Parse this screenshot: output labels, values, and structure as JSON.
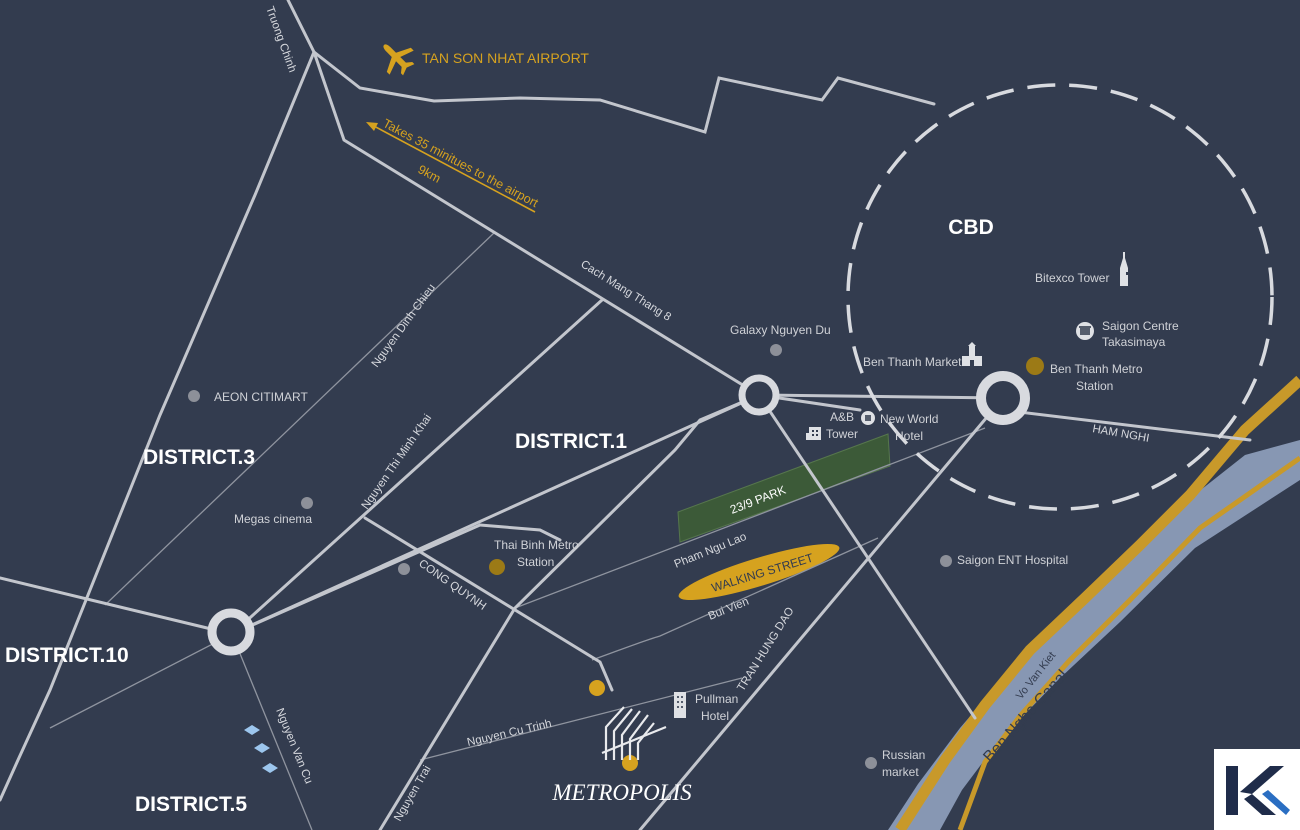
{
  "airport": {
    "label": "TAN SON NHAT AIRPORT",
    "icon": "airplane-icon"
  },
  "airport_route": {
    "duration": "Takes 35 minitues to the airport",
    "distance": "9km"
  },
  "zone": {
    "label": "CBD"
  },
  "districts": [
    "DISTRICT.3",
    "DISTRICT.1",
    "DISTRICT.10",
    "DISTRICT.5"
  ],
  "roads": {
    "truong_chinh": "Truong Chinh",
    "cach_mang_thang_8": "Cach Mang Thang 8",
    "nguyen_dinh_chieu": "Nguyen Dinh Chieu",
    "nguyen_thi_minh_khai": "Nguyen Thi Minh Khai",
    "cong_quynh": "CONG QUYNH",
    "pham_ngu_lao": "Pham Ngu Lao",
    "bui_vien": "Bui Vien",
    "tran_hung_dao": "TRAN HUNG DAO",
    "nguyen_cu_trinh": "Nguyen Cu Trinh",
    "nguyen_trai": "Nguyen Trai",
    "nguyen_van_cu": "Nguyen Van Cu",
    "ham_nghi": "HAM NGHI",
    "vo_van_kiet": "Vo Van Kiet"
  },
  "canal": {
    "label": "Ben Nghe Canal"
  },
  "park": {
    "label": "23/9 PARK"
  },
  "walking_street": {
    "label": "WALKING STREET"
  },
  "pois": {
    "aeon": "AEON CITIMART",
    "megas": "Megas cinema",
    "galaxy": "Galaxy Nguyen Du",
    "bitexco": "Bitexco Tower",
    "saigon_centre_1": "Saigon Centre",
    "saigon_centre_2": "Takasimaya",
    "ben_thanh_market": "Ben Thanh Market",
    "ben_thanh_metro_1": "Ben Thanh Metro",
    "ben_thanh_metro_2": "Station",
    "ab_tower_1": "A&B",
    "ab_tower_2": "Tower",
    "new_world_1": "New World",
    "new_world_2": "Hotel",
    "thai_binh_1": "Thai Binh Metro",
    "thai_binh_2": "Station",
    "saigon_ent": "Saigon ENT Hospital",
    "pullman_1": "Pullman",
    "pullman_2": "Hotel",
    "russian_1": "Russian",
    "russian_2": "market"
  },
  "project": {
    "name": "METROPOLIS"
  },
  "colors": {
    "background": "#333c4f",
    "road": "#c3c6cd",
    "gold": "#d6a21f",
    "canal": "#8797b3",
    "park": "#3c5a38"
  }
}
